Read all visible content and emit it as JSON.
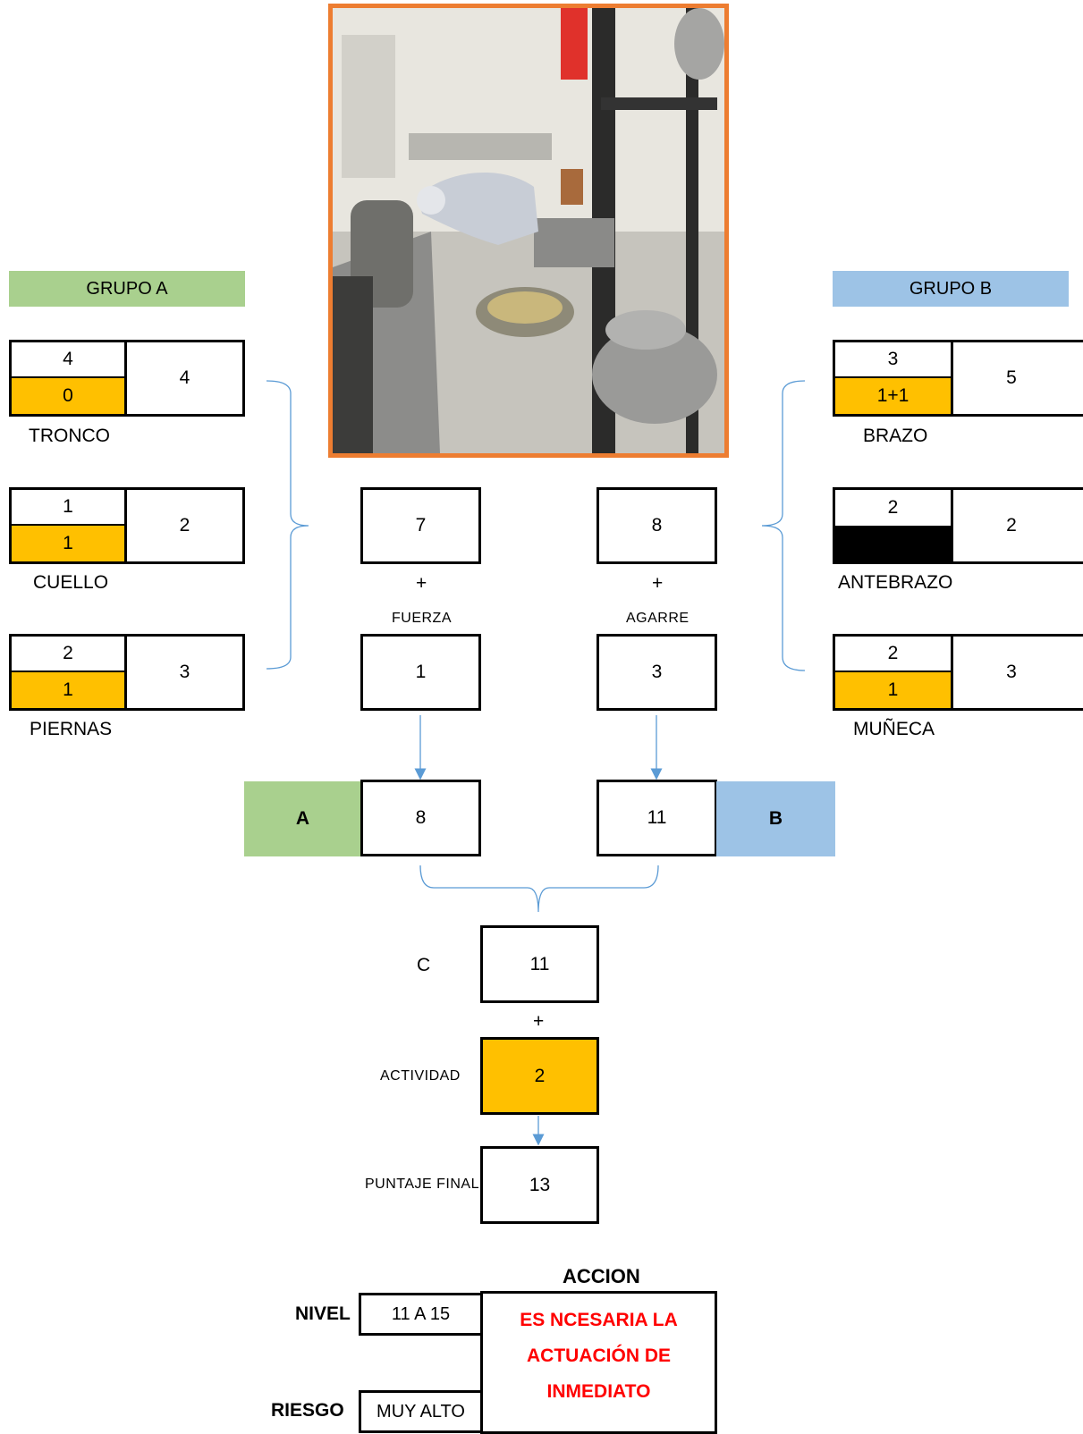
{
  "colors": {
    "group_a": "#a9d08e",
    "group_b": "#9dc3e6",
    "highlight": "#ffc000",
    "photo_border": "#ed7d31",
    "connector": "#5b9bd5",
    "action_text": "#ff0000"
  },
  "group_a": {
    "title": "GRUPO A",
    "tronco": {
      "label": "TRONCO",
      "top": "4",
      "bottom": "0",
      "total": "4"
    },
    "cuello": {
      "label": "CUELLO",
      "top": "1",
      "bottom": "1",
      "total": "2"
    },
    "piernas": {
      "label": "PIERNAS",
      "top": "2",
      "bottom": "1",
      "total": "3"
    }
  },
  "group_b": {
    "title": "GRUPO B",
    "brazo": {
      "label": "BRAZO",
      "top": "3",
      "bottom": "1+1",
      "total": "5"
    },
    "antebrazo": {
      "label": "ANTEBRAZO",
      "top": "2",
      "bottom": "",
      "total": "2"
    },
    "muneca": {
      "label": "MUÑECA",
      "top": "2",
      "bottom": "1",
      "total": "3"
    }
  },
  "middle": {
    "left_subtotal": "7",
    "left_plus": "+",
    "fuerza_label": "FUERZA",
    "fuerza": "1",
    "right_subtotal": "8",
    "right_plus": "+",
    "agarre_label": "AGARRE",
    "agarre": "3"
  },
  "results": {
    "a_label": "A",
    "a_value": "8",
    "b_label": "B",
    "b_value": "11"
  },
  "final": {
    "c_label": "C",
    "c_value": "11",
    "plus": "+",
    "actividad_label": "ACTIVIDAD",
    "actividad_value": "2",
    "puntaje_label": "PUNTAJE FINAL",
    "puntaje_value": "13"
  },
  "summary": {
    "accion_header": "ACCION",
    "nivel_label": "NIVEL",
    "nivel_value": "11 A 15",
    "riesgo_label": "RIESGO",
    "riesgo_value": "MUY ALTO",
    "accion_lines": [
      "ES NCESARIA LA",
      "ACTUACIÓN DE",
      "INMEDIATO"
    ]
  }
}
